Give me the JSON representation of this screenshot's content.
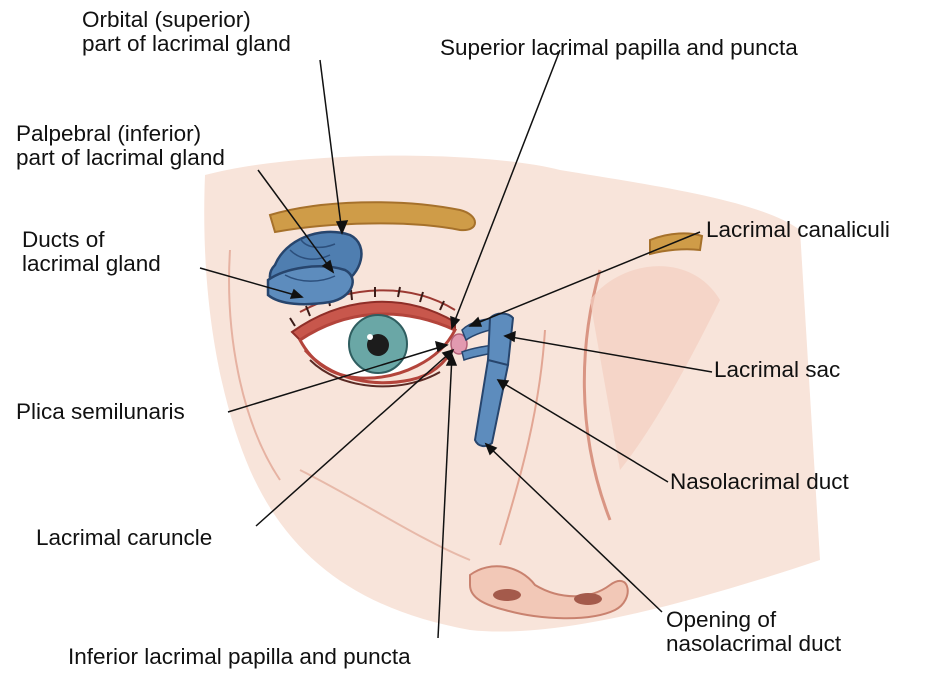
{
  "labels": {
    "orbital_gland": [
      "Orbital (superior)",
      "part of lacrimal gland"
    ],
    "palpebral_gland": [
      "Palpebral (inferior)",
      "part of lacrimal gland"
    ],
    "ducts_gland": [
      "Ducts of",
      "lacrimal gland"
    ],
    "plica": "Plica semilunaris",
    "caruncle": "Lacrimal caruncle",
    "inferior_papilla": "Inferior lacrimal papilla and puncta",
    "superior_papilla": "Superior lacrimal papilla and puncta",
    "canaliculi": "Lacrimal canaliculi",
    "sac": "Lacrimal sac",
    "nasolacrimal_duct": "Nasolacrimal duct",
    "opening": [
      "Opening of",
      "nasolacrimal duct"
    ]
  },
  "colors": {
    "background": "#ffffff",
    "skin": "#f6ddd2",
    "skin_line": "#d98f7c",
    "gland_blue": "#4f7eb0",
    "gland_dark": "#27456d",
    "brow": "#c9933f",
    "iris": "#6aa7a6",
    "pupil": "#1c1c1c",
    "eyelid": "#b3443b",
    "caruncle_pink": "#e29ab0",
    "leader_line": "#111111"
  }
}
